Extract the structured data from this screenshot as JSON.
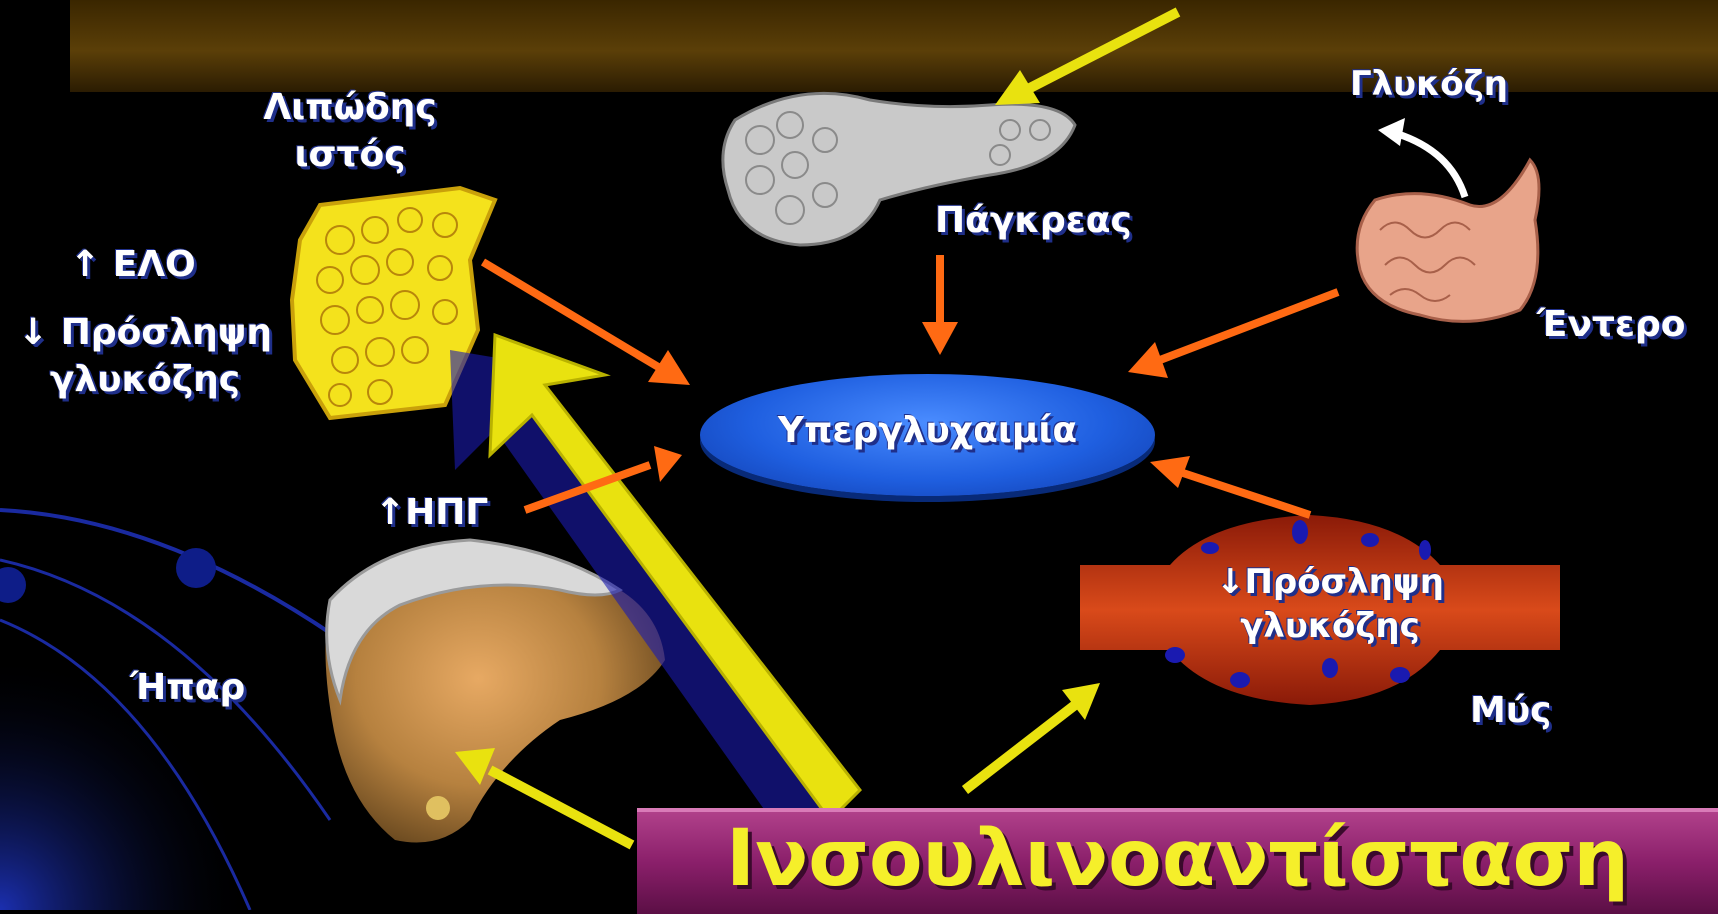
{
  "title": "",
  "labels": {
    "adipose": "Λιπώδης\nιστός",
    "elo": "↑  ΕΛΟ",
    "uptake_left": "↓ Πρόσληψη\nγλυκόζης",
    "pancreas": "Πάγκρεας",
    "glucose": "Γλυκόζη",
    "intestine": "Έντερο",
    "hyperglycemia": "Υπεργλυχαιμία",
    "hpg": "↑ΗΠΓ",
    "liver": "Ήπαρ",
    "uptake_muscle": "↓Πρόσληψη\nγλυκόζης",
    "muscle": "Μύς",
    "insulin_resistance": "Ινσουλινοαντίσταση"
  },
  "colors": {
    "background": "#000000",
    "arrow_orange": "#ff6a13",
    "arrow_yellow": "#e9e20f",
    "ellipse_blue": "#1f5fe0",
    "banner_magenta": "#8a1f6a",
    "insulin_text": "#f5ef2a",
    "label_shadow": "#1f2f8a"
  }
}
